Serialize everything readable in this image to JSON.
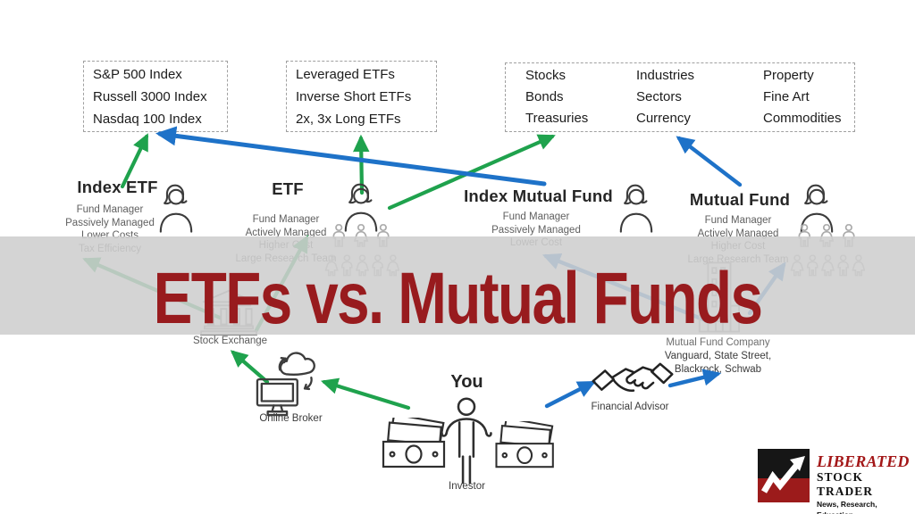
{
  "diagram_title": "ETFs vs. Mutual Funds",
  "boxes": {
    "indexes": {
      "lines": [
        "S&P 500 Index",
        "Russell 3000 Index",
        "Nasdaq 100 Index"
      ]
    },
    "etf_types": {
      "lines": [
        "Leveraged ETFs",
        "Inverse Short ETFs",
        "2x, 3x Long ETFs"
      ]
    },
    "asset_classes": {
      "columns": [
        [
          "Stocks",
          "Bonds",
          "Treasuries"
        ],
        [
          "Industries",
          "Sectors",
          "Currency"
        ],
        [
          "Property",
          "Fine Art",
          "Commodities"
        ]
      ]
    }
  },
  "entities": {
    "index_etf": {
      "title": "Index ETF",
      "traits": [
        "Fund Manager",
        "Passively Managed",
        "Lower Costs",
        "Tax Efficiency"
      ]
    },
    "etf": {
      "title": "ETF",
      "traits": [
        "Fund Manager",
        "Actively Managed",
        "Higher Cost",
        "Large Research Team"
      ]
    },
    "index_mutual_fund": {
      "title": "Index Mutual Fund",
      "traits": [
        "Fund Manager",
        "Passively Managed",
        "Lower Cost"
      ]
    },
    "mutual_fund": {
      "title": "Mutual Fund",
      "traits": [
        "Fund Manager",
        "Actively Managed",
        "Higher Cost",
        "Large Research Team"
      ]
    }
  },
  "nodes": {
    "stock_exchange": {
      "label": "Stock Exchange",
      "icon": "bank-icon"
    },
    "online_broker": {
      "label": "Online Broker",
      "icon": "computer-cloud-sync-icon"
    },
    "investor": {
      "heading": "You",
      "label": "Investor",
      "icon": "person-with-money-icon"
    },
    "financial_advisor": {
      "label": "Financial Advisor",
      "icon": "handshake-icon"
    },
    "mutual_fund_company": {
      "lines": [
        "Mutual Fund Company",
        "Vanguard, State Street,",
        "Blackrock, Schwab"
      ],
      "icon": "office-building-icon"
    }
  },
  "connections": [
    {
      "from": "Index ETF",
      "to": "Index list box",
      "color": "green"
    },
    {
      "from": "ETF",
      "to": "ETF types box",
      "color": "green"
    },
    {
      "from": "ETF",
      "to": "Asset classes box",
      "color": "green"
    },
    {
      "from": "Index Mutual Fund",
      "to": "Index list box",
      "color": "blue"
    },
    {
      "from": "Mutual Fund",
      "to": "Asset classes box",
      "color": "blue"
    },
    {
      "from": "Stock Exchange",
      "to": "Index ETF",
      "color": "green"
    },
    {
      "from": "Stock Exchange",
      "to": "ETF",
      "color": "green"
    },
    {
      "from": "Online Broker",
      "to": "Stock Exchange",
      "color": "green"
    },
    {
      "from": "Investor",
      "to": "Online Broker",
      "color": "green"
    },
    {
      "from": "Investor",
      "to": "Financial Advisor",
      "color": "blue"
    },
    {
      "from": "Financial Advisor",
      "to": "Mutual Fund Company",
      "color": "blue"
    },
    {
      "from": "Mutual Fund Company",
      "to": "Index Mutual Fund",
      "color": "blue"
    },
    {
      "from": "Mutual Fund Company",
      "to": "Mutual Fund",
      "color": "blue"
    }
  ],
  "logo": {
    "line1": "LIBERATED",
    "line2": "STOCK TRADER",
    "line3": "News, Research, Education",
    "icon": "stock-chart-arrow-logo"
  },
  "colors": {
    "arrow_green": "#1fa24d",
    "arrow_blue": "#1e72c8",
    "title_red": "#981b1e",
    "banner_gray": "#cecece",
    "logo_red": "#a31718",
    "logo_black": "#161616"
  }
}
